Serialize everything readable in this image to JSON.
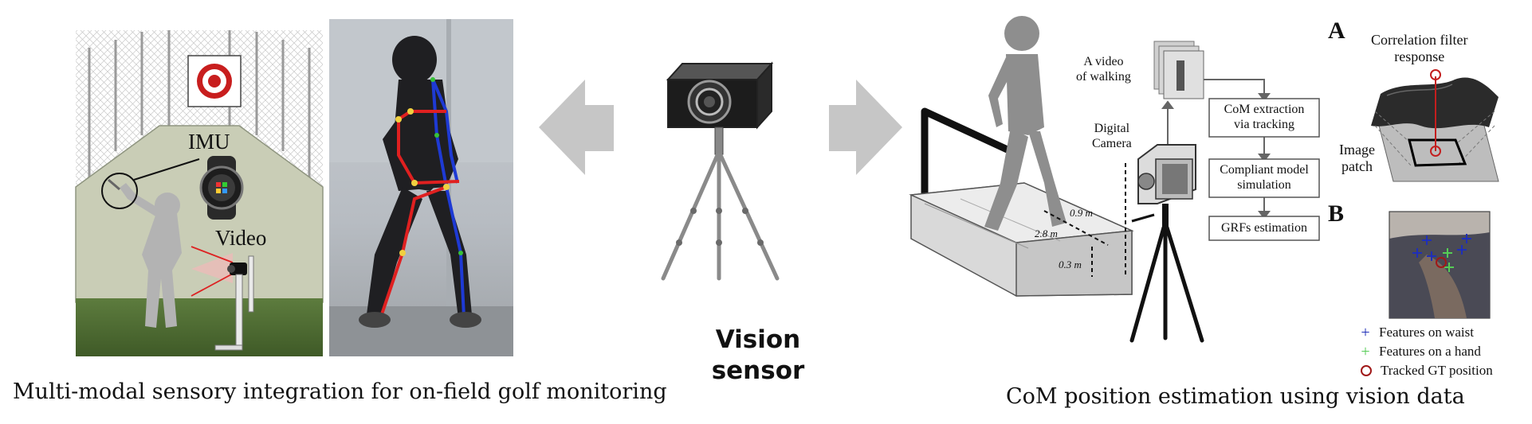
{
  "left_panel": {
    "imu_label": "IMU",
    "video_label": "Video",
    "caption": "Multi-modal sensory integration for on-field golf monitoring"
  },
  "center": {
    "vision_line1": "Vision",
    "vision_line2": "sensor"
  },
  "right_panel": {
    "video_of_walking": [
      "A video",
      "of walking"
    ],
    "digital_camera": [
      "Digital",
      "Camera"
    ],
    "flow_steps": [
      [
        "CoM extraction",
        "via tracking"
      ],
      [
        "Compliant model",
        "simulation"
      ],
      [
        "GRFs estimation"
      ]
    ],
    "dims": {
      "d1": "0.9 m",
      "d2": "2.8 m",
      "d3": "0.3 m"
    },
    "panel_a": {
      "letter": "A",
      "response": [
        "Correlation filter",
        "response"
      ],
      "patch": [
        "Image",
        "patch"
      ]
    },
    "panel_b": {
      "letter": "B"
    },
    "legend": [
      {
        "marker": "+",
        "color": "#1f2fb8",
        "text": "Features on waist"
      },
      {
        "marker": "+",
        "color": "#55cc55",
        "text": "Features on a hand"
      },
      {
        "marker": "o",
        "color": "#a01818",
        "text": "Tracked GT position"
      }
    ],
    "caption": "CoM position estimation using vision data"
  }
}
